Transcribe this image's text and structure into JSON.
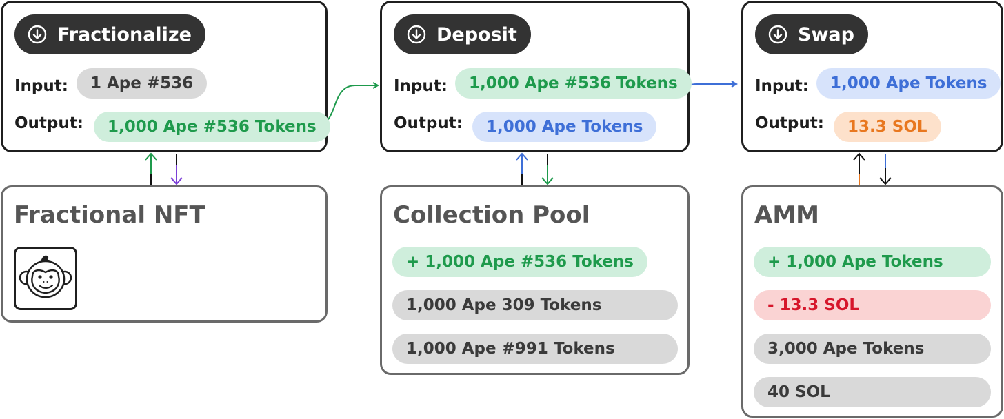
{
  "steps": [
    {
      "title": "Fractionalize",
      "icon": "arrow-down-circle-icon",
      "input_label": "Input:",
      "input_value": "1 Ape #536",
      "output_label": "Output:",
      "output_value": "1,000 Ape #536 Tokens"
    },
    {
      "title": "Deposit",
      "icon": "arrow-down-circle-icon",
      "input_label": "Input:",
      "input_value": "1,000 Ape #536 Tokens",
      "output_label": "Output:",
      "output_value": "1,000 Ape Tokens"
    },
    {
      "title": "Swap",
      "icon": "arrow-down-circle-icon",
      "input_label": "Input:",
      "input_value": "1,000 Ape Tokens",
      "output_label": "Output:",
      "output_value": "13.3 SOL"
    }
  ],
  "pools": [
    {
      "title": "Fractional NFT",
      "image_icon": "monkey-face-icon",
      "items": []
    },
    {
      "title": "Collection Pool",
      "items": [
        "+ 1,000 Ape #536 Tokens",
        "1,000 Ape 309 Tokens",
        "1,000 Ape #991 Tokens"
      ]
    },
    {
      "title": "AMM",
      "items": [
        "+ 1,000 Ape Tokens",
        "- 13.3 SOL",
        "3,000 Ape Tokens",
        "40 SOL"
      ]
    }
  ],
  "colors": {
    "dark": "#333333",
    "green": "#1e9a4c",
    "green_bg": "#cfeedc",
    "blue": "#3e6fd7",
    "blue_bg": "#d7e3fb",
    "orange": "#e8771f",
    "orange_bg": "#fde1cb",
    "red": "#d6162b",
    "red_bg": "#fad3d3",
    "purple": "#7b3fd6"
  }
}
